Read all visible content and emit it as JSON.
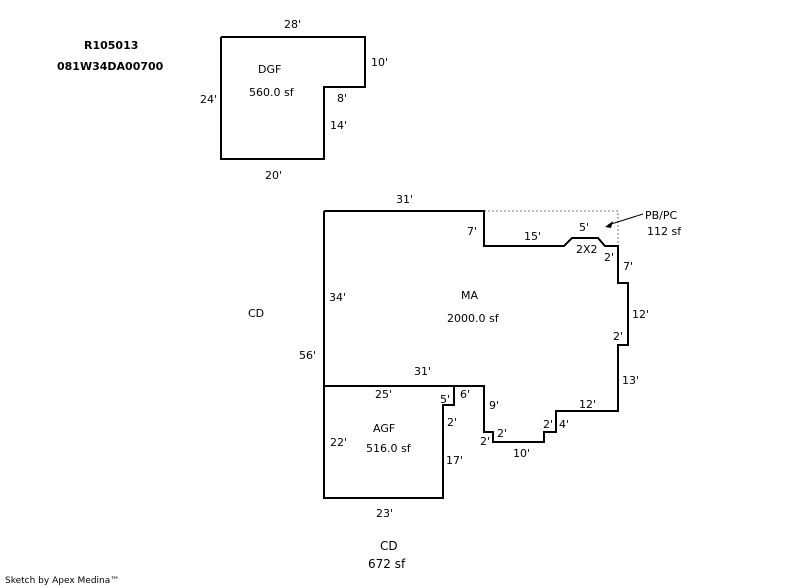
{
  "header": {
    "account": "R105013",
    "parcel": "081W34DA00700"
  },
  "dgf": {
    "name": "DGF",
    "area": "560.0 sf",
    "dims": {
      "top": "28'",
      "right": "10'",
      "notch_h": "8'",
      "notch_v": "14'",
      "bottom": "20'",
      "left": "24'"
    }
  },
  "ma": {
    "name": "MA",
    "area": "2000.0 sf",
    "dims": {
      "top": "31'",
      "d7a": "7'",
      "d15": "15'",
      "d5": "5'",
      "d2x2": "2X2",
      "d2a": "2'",
      "d7b": "7'",
      "d12a": "12'",
      "d2b": "2'",
      "d13": "13'",
      "d12b": "12'",
      "d4": "4'",
      "d2c": "2'",
      "d10": "10'",
      "d2d": "2'",
      "d2e": "2'",
      "d9": "9'",
      "d6": "6'",
      "mid31": "31'",
      "d34": "34'",
      "d56": "56'"
    }
  },
  "pbpc": {
    "name": "PB/PC",
    "area": "112 sf"
  },
  "agf": {
    "name": "AGF",
    "area": "516.0 sf",
    "dims": {
      "top": "25'",
      "d5": "5'",
      "d2": "2'",
      "d17": "17'",
      "left": "22'",
      "bottom": "23'"
    }
  },
  "cd_side": {
    "label": "CD"
  },
  "cd_bottom": {
    "label": "CD",
    "area": "672 sf"
  },
  "footer": {
    "credit": "Sketch by Apex Medina™"
  }
}
